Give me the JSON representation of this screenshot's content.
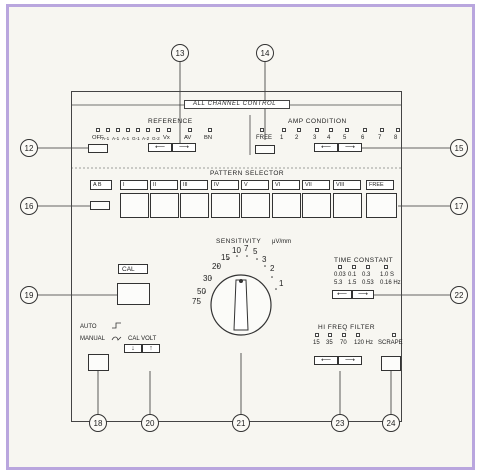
{
  "panel_title": "ALL CHANNEL CONTROL",
  "reference": {
    "heading": "REFERENCE",
    "labels": [
      "OFF",
      "A-1",
      "A-1",
      "A-1",
      "G-1",
      "A-2",
      "G-2",
      "Vx",
      "AV",
      "BN"
    ]
  },
  "amp_condition": {
    "heading": "AMP CONDITION",
    "labels": [
      "FREE",
      "1",
      "2",
      "3",
      "4",
      "5",
      "6",
      "7",
      "8"
    ]
  },
  "pattern_selector": {
    "heading": "PATTERN SELECTOR",
    "tabs": [
      "A  B",
      "I",
      "II",
      "III",
      "IV",
      "V",
      "VI",
      "VII",
      "VIII",
      "FREE"
    ]
  },
  "sensitivity": {
    "heading": "SENSITIVITY",
    "unit": "μV/mm",
    "scale": [
      "75",
      "50",
      "30",
      "20",
      "15",
      "10",
      "7",
      "5",
      "3",
      "2",
      "1"
    ]
  },
  "cal_button": "CAL",
  "time_constant": {
    "heading": "TIME CONSTANT",
    "row1": [
      "0.03",
      "0.1",
      "0.3",
      "1.0 S"
    ],
    "row2": [
      "5.3",
      "1.5",
      "0.53",
      "0.16 Hz"
    ]
  },
  "hi_freq_filter": {
    "heading": "HI FREQ FILTER",
    "labels": [
      "15",
      "35",
      "70",
      "120 Hz"
    ],
    "scrape": "SCRAPE"
  },
  "auto_label": "AUTO",
  "manual_label": "MANUAL",
  "cal_volt_label": "CAL  VOLT",
  "arrows": {
    "down": "↓",
    "up": "↑"
  },
  "callouts": [
    "12",
    "13",
    "14",
    "15",
    "16",
    "17",
    "18",
    "19",
    "20",
    "21",
    "22",
    "23",
    "24"
  ]
}
